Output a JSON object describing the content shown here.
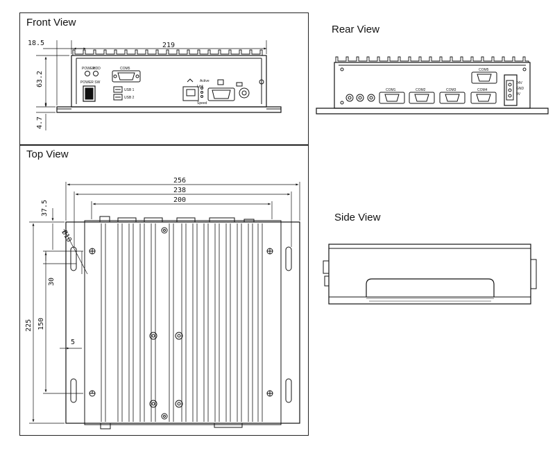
{
  "views": {
    "front": {
      "title": "Front View"
    },
    "rear": {
      "title": "Rear View"
    },
    "top": {
      "title": "Top View"
    },
    "side": {
      "title": "Side View"
    }
  },
  "front_dims": {
    "d1": "18.5",
    "d2": "219",
    "d3": "63.2",
    "d4": "4.7"
  },
  "top_dims": {
    "d1": "256",
    "d2": "238",
    "d3": "200",
    "d4": "37.5",
    "d5": "Ø10",
    "d6": "30",
    "d7": "150",
    "d8": "225",
    "d9": "5"
  },
  "front_labels": {
    "power": "POWER",
    "hdd": "HDD",
    "power_sw": "POWER SW",
    "com5": "COM5",
    "usb1": "USB 1",
    "usb2": "USB 2",
    "active": "Active",
    "link": "Link",
    "speed": "Speed"
  },
  "rear_labels": {
    "com1": "COM1",
    "com2": "COM2",
    "com3": "COM3",
    "com4": "COM4",
    "com5": "COM5",
    "v24": "24V",
    "gnd": "GND",
    "v9": "9V"
  }
}
